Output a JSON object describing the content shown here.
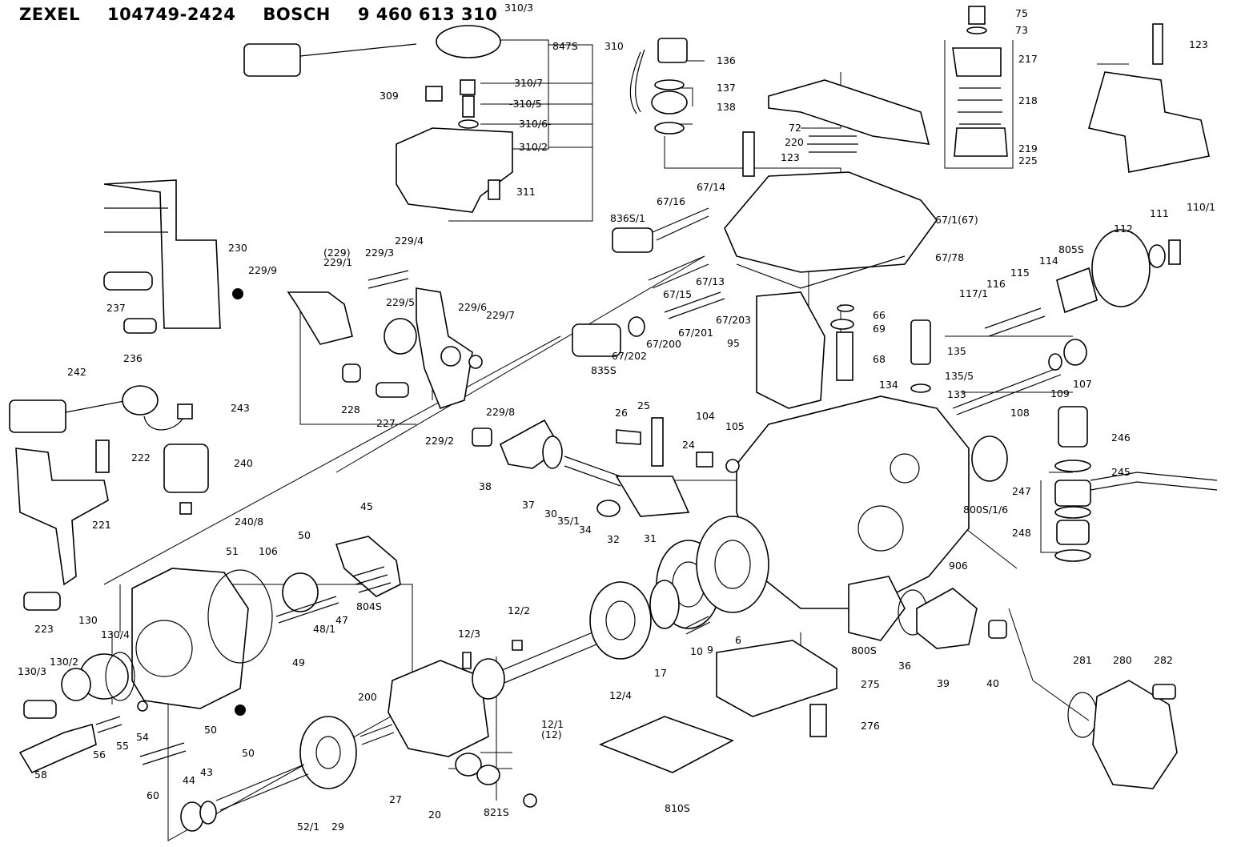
{
  "header": {
    "maker1": "ZEXEL",
    "code1": "104749-2424",
    "maker2": "BOSCH",
    "code2": "9 460 613 310"
  },
  "labels": [
    {
      "id": "p310_3",
      "text": "310/3"
    },
    {
      "id": "p8475",
      "text": "847S"
    },
    {
      "id": "p310",
      "text": "310"
    },
    {
      "id": "p310_7",
      "text": "310/7"
    },
    {
      "id": "p310_5",
      "text": "-310/5"
    },
    {
      "id": "p310_6",
      "text": "310/6-"
    },
    {
      "id": "p310_2",
      "text": "310/2"
    },
    {
      "id": "p309",
      "text": "309"
    },
    {
      "id": "p311",
      "text": "311"
    },
    {
      "id": "p136",
      "text": "136"
    },
    {
      "id": "p137",
      "text": "137"
    },
    {
      "id": "p138",
      "text": "138"
    },
    {
      "id": "p75",
      "text": "75"
    },
    {
      "id": "p73",
      "text": "73"
    },
    {
      "id": "p217",
      "text": "217"
    },
    {
      "id": "p218",
      "text": "218"
    },
    {
      "id": "p219",
      "text": "219"
    },
    {
      "id": "p225",
      "text": "225"
    },
    {
      "id": "p123a",
      "text": "123"
    },
    {
      "id": "p72",
      "text": "72"
    },
    {
      "id": "p220",
      "text": "220"
    },
    {
      "id": "p123b",
      "text": "123"
    },
    {
      "id": "p67_14",
      "text": "67/14"
    },
    {
      "id": "p67_16",
      "text": "67/16"
    },
    {
      "id": "p8365_1",
      "text": "836S/1"
    },
    {
      "id": "p67_1",
      "text": "67/1(67)"
    },
    {
      "id": "p67_78",
      "text": "67/78"
    },
    {
      "id": "p230",
      "text": "230"
    },
    {
      "id": "p237",
      "text": "237"
    },
    {
      "id": "p236",
      "text": "236"
    },
    {
      "id": "p229_9",
      "text": "229/9"
    },
    {
      "id": "p229a",
      "text": "(229)"
    },
    {
      "id": "p229_1",
      "text": "229/1"
    },
    {
      "id": "p229_3",
      "text": "229/3"
    },
    {
      "id": "p229_4",
      "text": "229/4"
    },
    {
      "id": "p229_5",
      "text": "229/5"
    },
    {
      "id": "p229_6",
      "text": "229/6"
    },
    {
      "id": "p229_7",
      "text": "229/7"
    },
    {
      "id": "p229_8",
      "text": "229/8"
    },
    {
      "id": "p229_2",
      "text": "229/2"
    },
    {
      "id": "p228",
      "text": "228"
    },
    {
      "id": "p227",
      "text": "227"
    },
    {
      "id": "p67_15",
      "text": "67/15"
    },
    {
      "id": "p67_13",
      "text": "67/13"
    },
    {
      "id": "p67_201",
      "text": "67/201"
    },
    {
      "id": "p67_203",
      "text": "67/203"
    },
    {
      "id": "p67_200",
      "text": "67/200"
    },
    {
      "id": "p67_202",
      "text": "67/202"
    },
    {
      "id": "p8355",
      "text": "835S"
    },
    {
      "id": "p95",
      "text": "95"
    },
    {
      "id": "p66",
      "text": "66"
    },
    {
      "id": "p69",
      "text": "69"
    },
    {
      "id": "p68",
      "text": "68"
    },
    {
      "id": "p135",
      "text": "135"
    },
    {
      "id": "p135_5",
      "text": "135/5"
    },
    {
      "id": "p134",
      "text": "134"
    },
    {
      "id": "p133",
      "text": "133"
    },
    {
      "id": "p110_1",
      "text": "110/1"
    },
    {
      "id": "p111",
      "text": "111"
    },
    {
      "id": "p112",
      "text": "112"
    },
    {
      "id": "p8055",
      "text": "805S"
    },
    {
      "id": "p114",
      "text": "114"
    },
    {
      "id": "p115",
      "text": "115"
    },
    {
      "id": "p116",
      "text": "116"
    },
    {
      "id": "p117_1",
      "text": "117/1"
    },
    {
      "id": "p107",
      "text": "107"
    },
    {
      "id": "p109",
      "text": "109"
    },
    {
      "id": "p108",
      "text": "108"
    },
    {
      "id": "p242",
      "text": "242"
    },
    {
      "id": "p243",
      "text": "243"
    },
    {
      "id": "p222",
      "text": "222"
    },
    {
      "id": "p240",
      "text": "240"
    },
    {
      "id": "p240_8",
      "text": "240/8"
    },
    {
      "id": "p221",
      "text": "221"
    },
    {
      "id": "p223",
      "text": "223"
    },
    {
      "id": "p26",
      "text": "26"
    },
    {
      "id": "p25",
      "text": "25"
    },
    {
      "id": "p104",
      "text": "104"
    },
    {
      "id": "p105",
      "text": "105"
    },
    {
      "id": "p24",
      "text": "24"
    },
    {
      "id": "p38",
      "text": "38"
    },
    {
      "id": "p37",
      "text": "37"
    },
    {
      "id": "p30",
      "text": "30"
    },
    {
      "id": "p35_1",
      "text": "35/1"
    },
    {
      "id": "p34",
      "text": "34"
    },
    {
      "id": "p32",
      "text": "32"
    },
    {
      "id": "p31",
      "text": "31"
    },
    {
      "id": "p800s_1_6",
      "text": "800S/1/6"
    },
    {
      "id": "p246",
      "text": "246"
    },
    {
      "id": "p245",
      "text": "245"
    },
    {
      "id": "p247",
      "text": "247"
    },
    {
      "id": "p248",
      "text": "248"
    },
    {
      "id": "p906",
      "text": "906"
    },
    {
      "id": "p45",
      "text": "45"
    },
    {
      "id": "p50a",
      "text": "50"
    },
    {
      "id": "p51",
      "text": "51"
    },
    {
      "id": "p106",
      "text": "106"
    },
    {
      "id": "p8045",
      "text": "804S"
    },
    {
      "id": "p47",
      "text": "47"
    },
    {
      "id": "p48_1",
      "text": "48/1"
    },
    {
      "id": "p49",
      "text": "49"
    },
    {
      "id": "p130",
      "text": "130"
    },
    {
      "id": "p130_4",
      "text": "130/4"
    },
    {
      "id": "p130_2",
      "text": "130/2"
    },
    {
      "id": "p130_3",
      "text": "130/3"
    },
    {
      "id": "p50b",
      "text": "50"
    },
    {
      "id": "p54",
      "text": "54"
    },
    {
      "id": "p55",
      "text": "55"
    },
    {
      "id": "p56",
      "text": "56"
    },
    {
      "id": "p58",
      "text": "58"
    },
    {
      "id": "p60",
      "text": "60"
    },
    {
      "id": "p44",
      "text": "44"
    },
    {
      "id": "p43",
      "text": "43"
    },
    {
      "id": "p50c",
      "text": "50"
    },
    {
      "id": "p52_1",
      "text": "52/1"
    },
    {
      "id": "p29",
      "text": "29"
    },
    {
      "id": "p200",
      "text": "200"
    },
    {
      "id": "p27",
      "text": "27"
    },
    {
      "id": "p20",
      "text": "20"
    },
    {
      "id": "p8215",
      "text": "821S"
    },
    {
      "id": "p12_2",
      "text": "12/2"
    },
    {
      "id": "p12_3",
      "text": "12/3"
    },
    {
      "id": "p12_1",
      "text": "12/1"
    },
    {
      "id": "p12",
      "text": "(12)"
    },
    {
      "id": "p12_4",
      "text": "12/4"
    },
    {
      "id": "p17",
      "text": "17"
    },
    {
      "id": "p10",
      "text": "10"
    },
    {
      "id": "p9",
      "text": "9"
    },
    {
      "id": "p6",
      "text": "6"
    },
    {
      "id": "p275",
      "text": "275"
    },
    {
      "id": "p276",
      "text": "276"
    },
    {
      "id": "p8105",
      "text": "810S"
    },
    {
      "id": "p800s",
      "text": "800S"
    },
    {
      "id": "p36",
      "text": "36"
    },
    {
      "id": "p39",
      "text": "39"
    },
    {
      "id": "p40",
      "text": "40"
    },
    {
      "id": "p281",
      "text": "281"
    },
    {
      "id": "p280",
      "text": "280"
    },
    {
      "id": "p282",
      "text": "282"
    }
  ]
}
